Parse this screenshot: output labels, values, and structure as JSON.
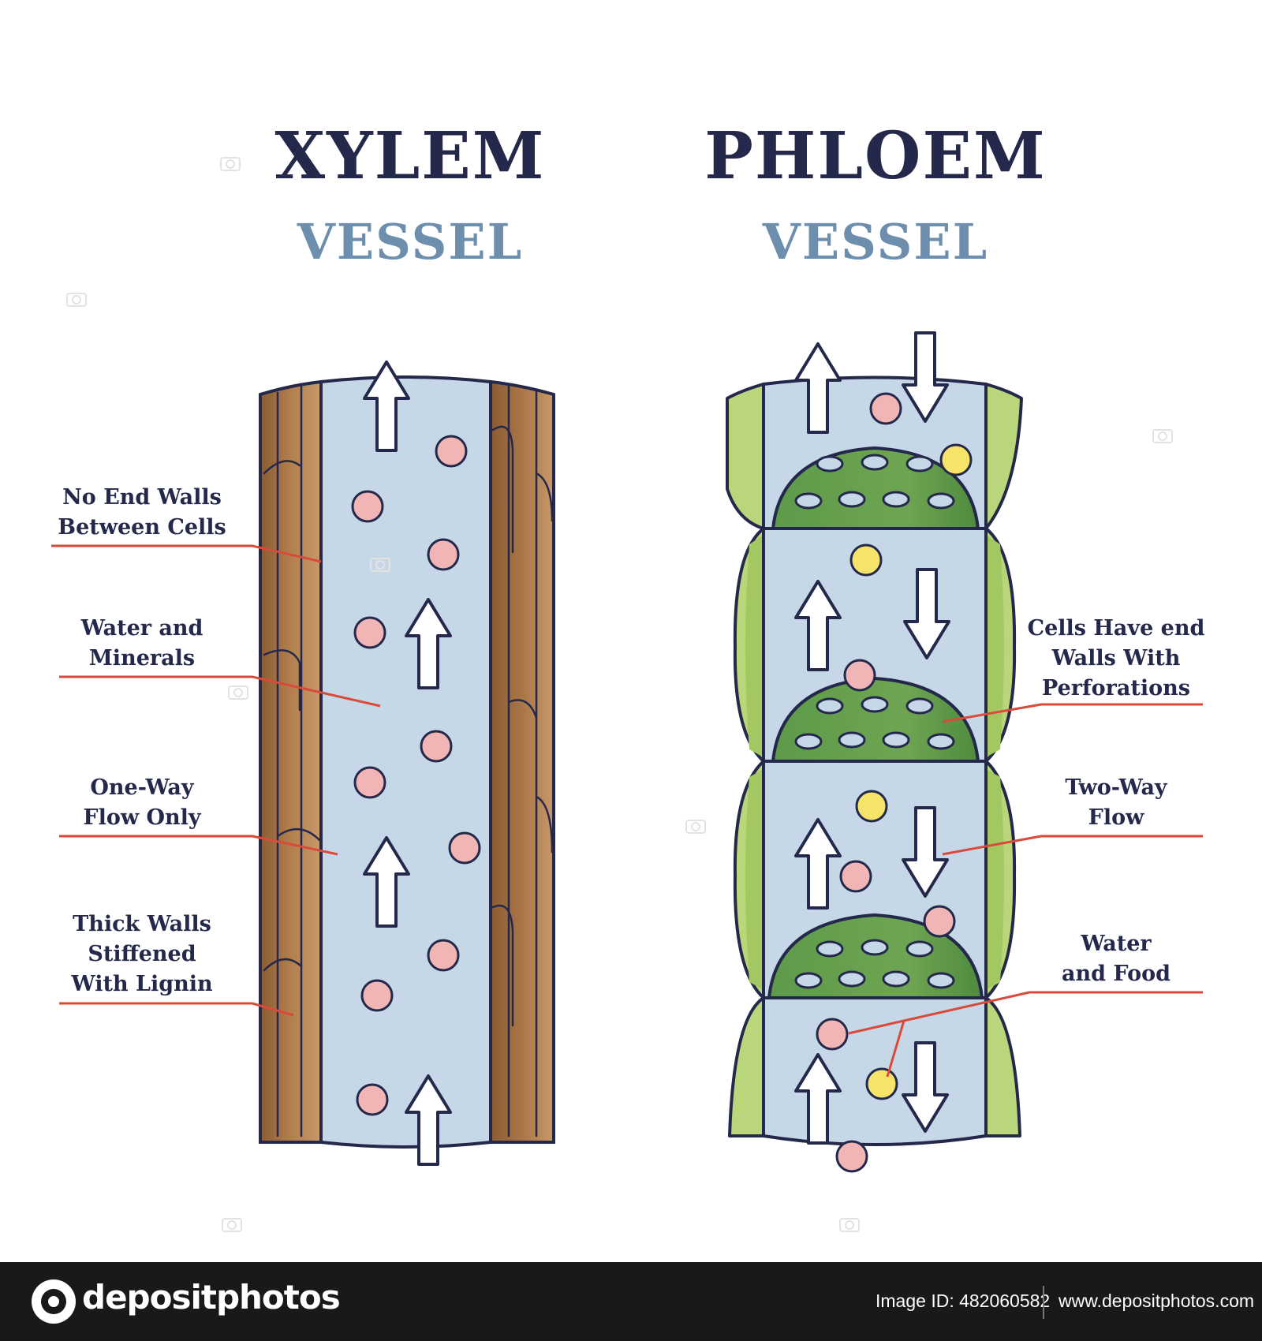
{
  "xylem": {
    "title": "XYLEM",
    "subtitle": "VESSEL"
  },
  "phloem": {
    "title": "PHLOEM",
    "subtitle": "VESSEL"
  },
  "labels": {
    "no_end_walls": "No End Walls\nBetween Cells",
    "water_minerals": "Water and\nMinerals",
    "one_way": "One-Way\nFlow Only",
    "thick_walls": "Thick Walls\nStiffened\nWith Lignin",
    "cells_end_walls": "Cells Have end\nWalls With\nPerforations",
    "two_way": "Two-Way\nFlow",
    "water_food": "Water\nand Food"
  },
  "footer": {
    "brand": "depositphotos",
    "image_id": "Image ID: 482060582",
    "site": "www.depositphotos.com"
  },
  "colors": {
    "title": "#24284a",
    "subtitle": "#6d8fad",
    "fluid": "#c6d8e8",
    "wood_light": "#c8996a",
    "wood_dark": "#8a5c34",
    "green_light": "#b9d77a",
    "green_dark": "#5d9a4a",
    "particle_pink": "#f2b5b5",
    "particle_yellow": "#f5e36a",
    "leader_line": "#d94a3a"
  },
  "icons": [
    "up-arrow-icon",
    "down-arrow-icon",
    "camera-icon",
    "depositphotos-logo-icon"
  ]
}
